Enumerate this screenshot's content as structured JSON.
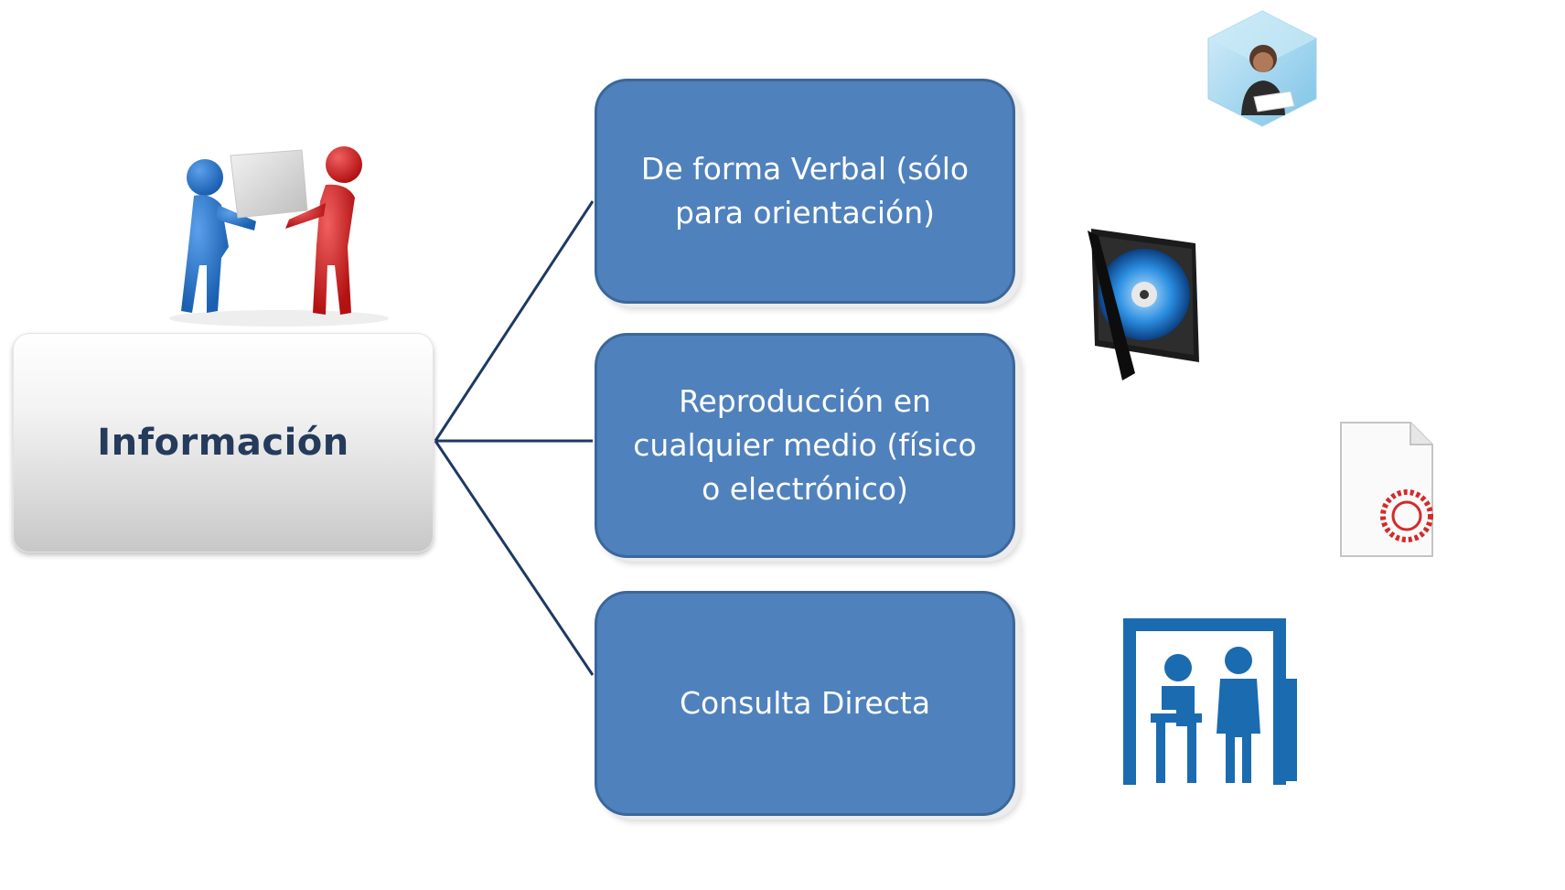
{
  "root": {
    "label": "Información"
  },
  "branches": [
    {
      "label": "De forma Verbal (sólo para orientación)",
      "icon": "agent-icon"
    },
    {
      "label": "Reproducción en cualquier medio (físico o electrónico)",
      "icon": "cd-case-icon"
    },
    {
      "label": "Consulta Directa",
      "icon": "consultation-icon"
    }
  ],
  "icons": [
    "people-carrying-box-icon",
    "agent-icon",
    "cd-case-icon",
    "certified-document-icon",
    "consultation-icon"
  ],
  "colors": {
    "branch_fill": "#4f81bd",
    "branch_border": "#3b679a",
    "root_text": "#253b5c",
    "connector": "#1f3864"
  }
}
